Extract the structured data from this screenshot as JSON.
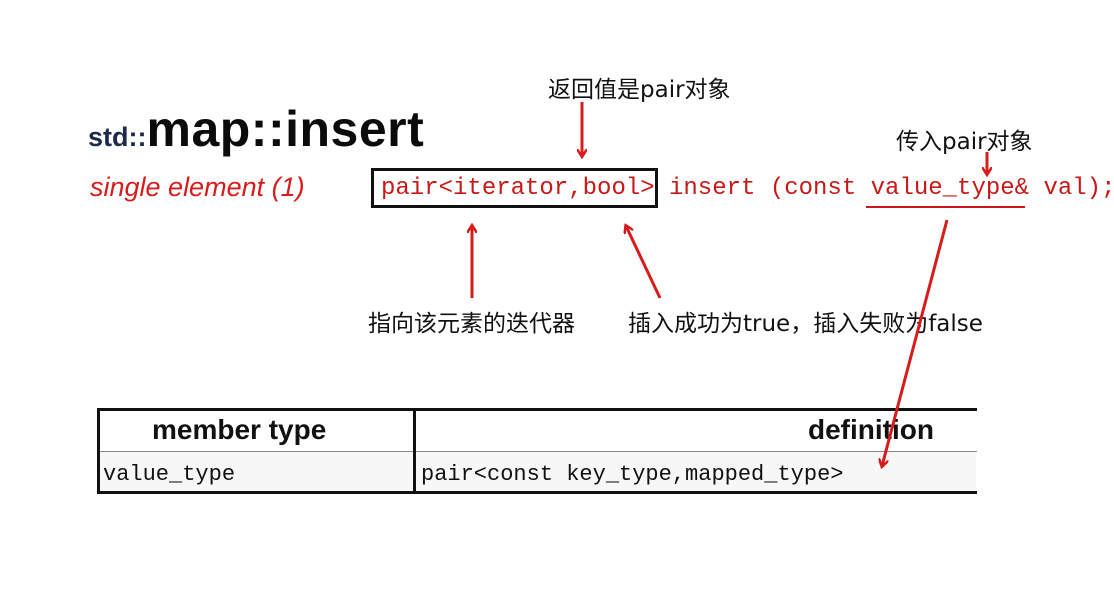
{
  "title": {
    "namespace": "std::",
    "function": "map::insert"
  },
  "signature": {
    "label": "single element (1)",
    "return_type": "pair<iterator,bool>",
    "rest": "insert (const value_type& val);"
  },
  "annotations": {
    "return_value": "返回值是pair对象",
    "param": "传入pair对象",
    "iterator": "指向该元素的迭代器",
    "bool": "插入成功为true，插入失败为false"
  },
  "table": {
    "headers": [
      "member type",
      "definition"
    ],
    "rows": [
      [
        "value_type",
        "pair<const key_type,mapped_type>"
      ]
    ]
  },
  "colors": {
    "accent_red": "#d81b1b",
    "text": "#111111",
    "title_namespace": "#1f2a4a"
  }
}
